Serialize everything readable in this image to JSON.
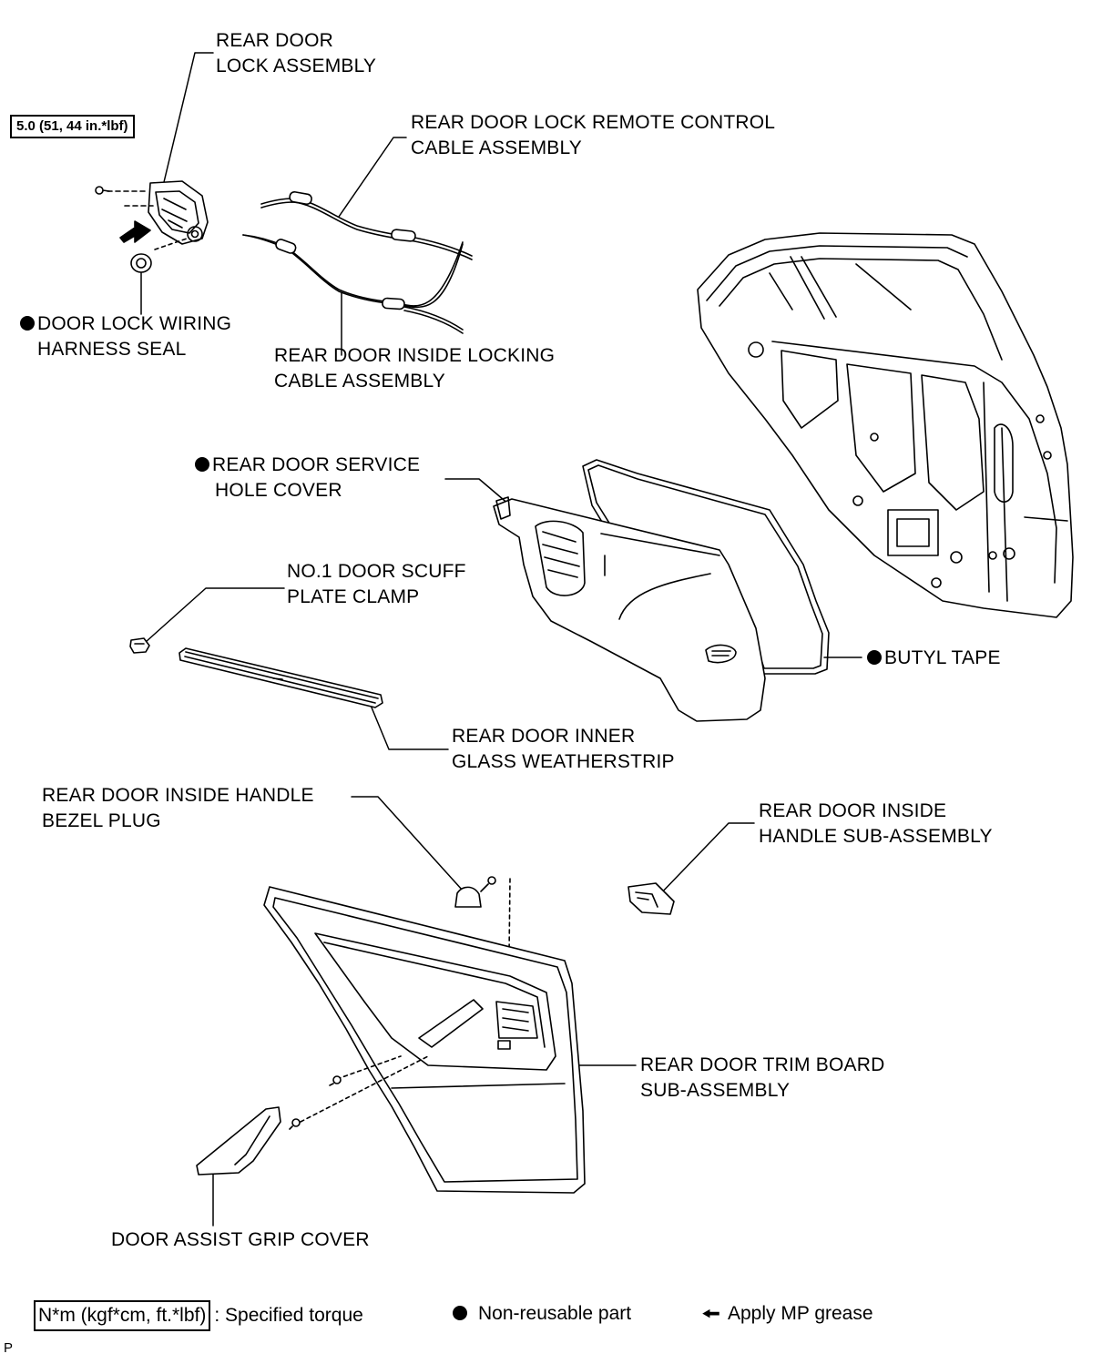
{
  "torque_spec": "5.0 (51, 44 in.*lbf)",
  "labels": {
    "rear_door_lock_1": "REAR DOOR",
    "rear_door_lock_2": "LOCK ASSEMBLY",
    "remote_cable_1": "REAR DOOR LOCK REMOTE CONTROL",
    "remote_cable_2": "CABLE ASSEMBLY",
    "harness_seal_1": "DOOR LOCK WIRING",
    "harness_seal_2": "HARNESS SEAL",
    "locking_cable_1": "REAR DOOR INSIDE LOCKING",
    "locking_cable_2": "CABLE ASSEMBLY",
    "service_cover_1": "REAR DOOR SERVICE",
    "service_cover_2": "HOLE COVER",
    "scuff_clamp_1": "NO.1 DOOR SCUFF",
    "scuff_clamp_2": "PLATE CLAMP",
    "butyl_tape": "BUTYL TAPE",
    "weatherstrip_1": "REAR DOOR INNER",
    "weatherstrip_2": "GLASS WEATHERSTRIP",
    "bezel_plug_1": "REAR DOOR INSIDE HANDLE",
    "bezel_plug_2": "BEZEL PLUG",
    "inside_handle_1": "REAR DOOR INSIDE",
    "inside_handle_2": "HANDLE SUB-ASSEMBLY",
    "trim_board_1": "REAR DOOR TRIM BOARD",
    "trim_board_2": "SUB-ASSEMBLY",
    "grip_cover": "DOOR ASSIST GRIP COVER"
  },
  "legend": {
    "torque_box": "N*m (kgf*cm, ft.*lbf)",
    "torque_text": ": Specified torque",
    "nonreusable": "Non-reusable part",
    "grease": "Apply MP grease"
  },
  "page_code": "P"
}
